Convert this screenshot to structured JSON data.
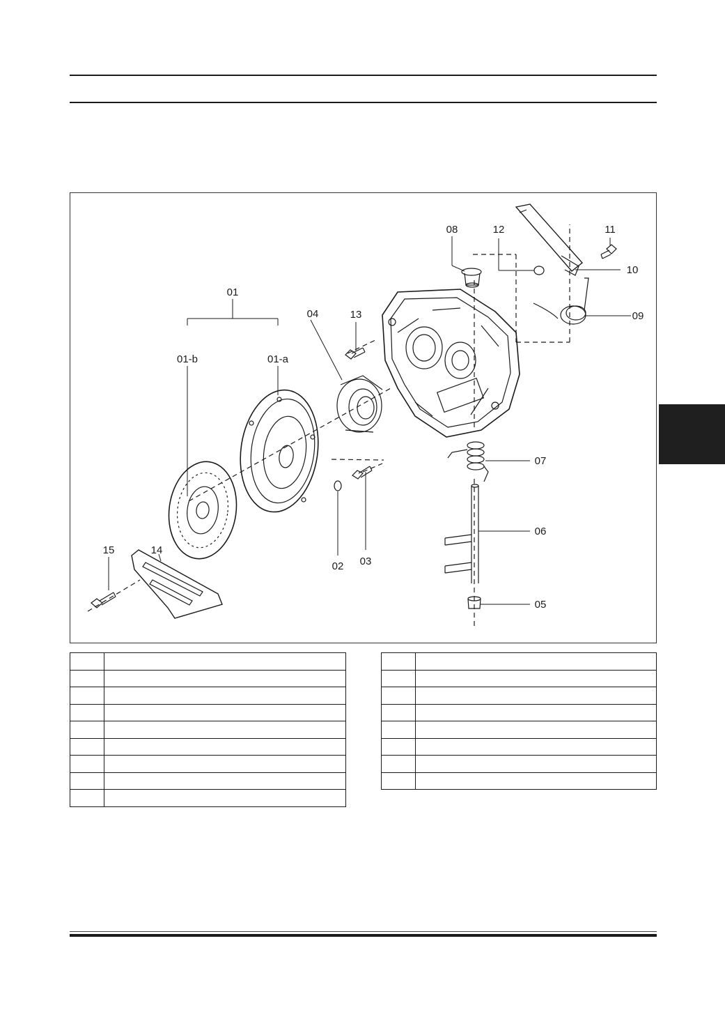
{
  "figure": {
    "callouts": [
      "01",
      "01-a",
      "01-b",
      "02",
      "03",
      "04",
      "05",
      "06",
      "07",
      "08",
      "09",
      "10",
      "11",
      "12",
      "13",
      "14",
      "15"
    ]
  },
  "tables": {
    "left_rows": 9,
    "right_rows": 8
  },
  "colors": {
    "ink": "#1a1a1a",
    "side_tab": "#1f1f1f"
  }
}
